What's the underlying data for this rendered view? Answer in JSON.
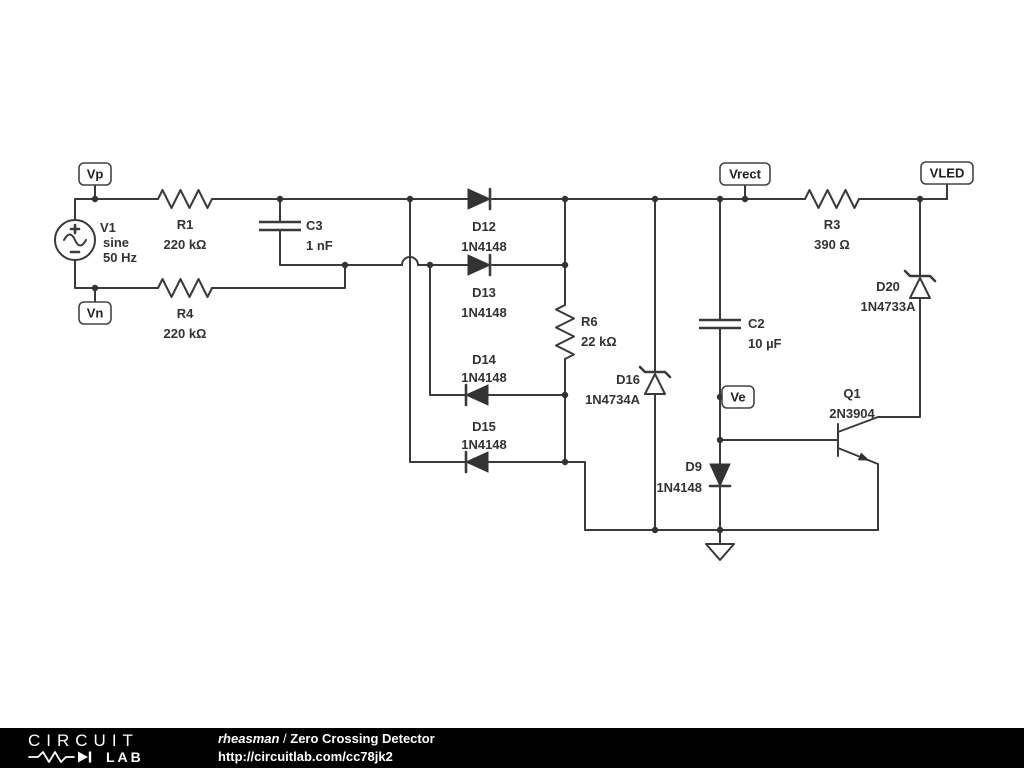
{
  "schematic": {
    "nodes": {
      "vp": "Vp",
      "vn": "Vn",
      "vrect": "Vrect",
      "ve": "Ve",
      "vled": "VLED"
    },
    "components": {
      "v1": {
        "name": "V1",
        "type": "sine",
        "value": "50 Hz",
        "plus": "+",
        "minus": "−"
      },
      "r1": {
        "name": "R1",
        "value": "220 kΩ"
      },
      "r4": {
        "name": "R4",
        "value": "220 kΩ"
      },
      "c3": {
        "name": "C3",
        "value": "1 nF"
      },
      "d12": {
        "name": "D12",
        "value": "1N4148"
      },
      "d13": {
        "name": "D13",
        "value": "1N4148"
      },
      "d14": {
        "name": "D14",
        "value": "1N4148"
      },
      "d15": {
        "name": "D15",
        "value": "1N4148"
      },
      "r6": {
        "name": "R6",
        "value": "22 kΩ"
      },
      "d16": {
        "name": "D16",
        "value": "1N4734A"
      },
      "c2": {
        "name": "C2",
        "value": "10 µF"
      },
      "d9": {
        "name": "D9",
        "value": "1N4148"
      },
      "r3": {
        "name": "R3",
        "value": "390 Ω"
      },
      "d20": {
        "name": "D20",
        "value": "1N4733A"
      },
      "q1": {
        "name": "Q1",
        "value": "2N3904"
      }
    }
  },
  "footer": {
    "logo_top": "CIRCUIT",
    "logo_bottom": "LAB",
    "author": "rheasman",
    "separator": " / ",
    "title": "Zero Crossing Detector",
    "url": "http://circuitlab.com/cc78jk2"
  },
  "colors": {
    "wire": "#3a3a3a",
    "component_fill": "#333333",
    "footer_bg": "#000000",
    "footer_text": "#ffffff"
  }
}
